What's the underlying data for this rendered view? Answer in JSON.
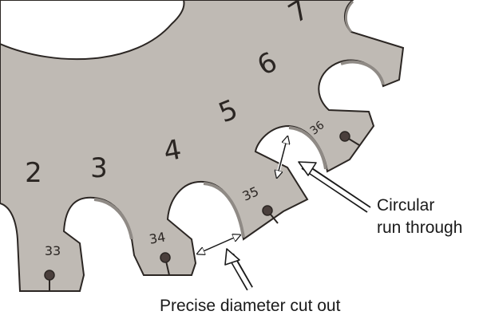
{
  "gauge": {
    "size_numbers": [
      "2",
      "3",
      "4",
      "5",
      "6",
      "7"
    ],
    "slot_numbers": [
      "33",
      "34",
      "35",
      "36"
    ]
  },
  "callouts": {
    "circular_run_line1": "Circular",
    "circular_run_line2": "run through",
    "diameter": "Precise diameter cut out"
  },
  "colors": {
    "metal": "#bfbab4",
    "metal_shadow": "#8f8a85",
    "outline": "#2b2623",
    "background": "#ffffff"
  }
}
